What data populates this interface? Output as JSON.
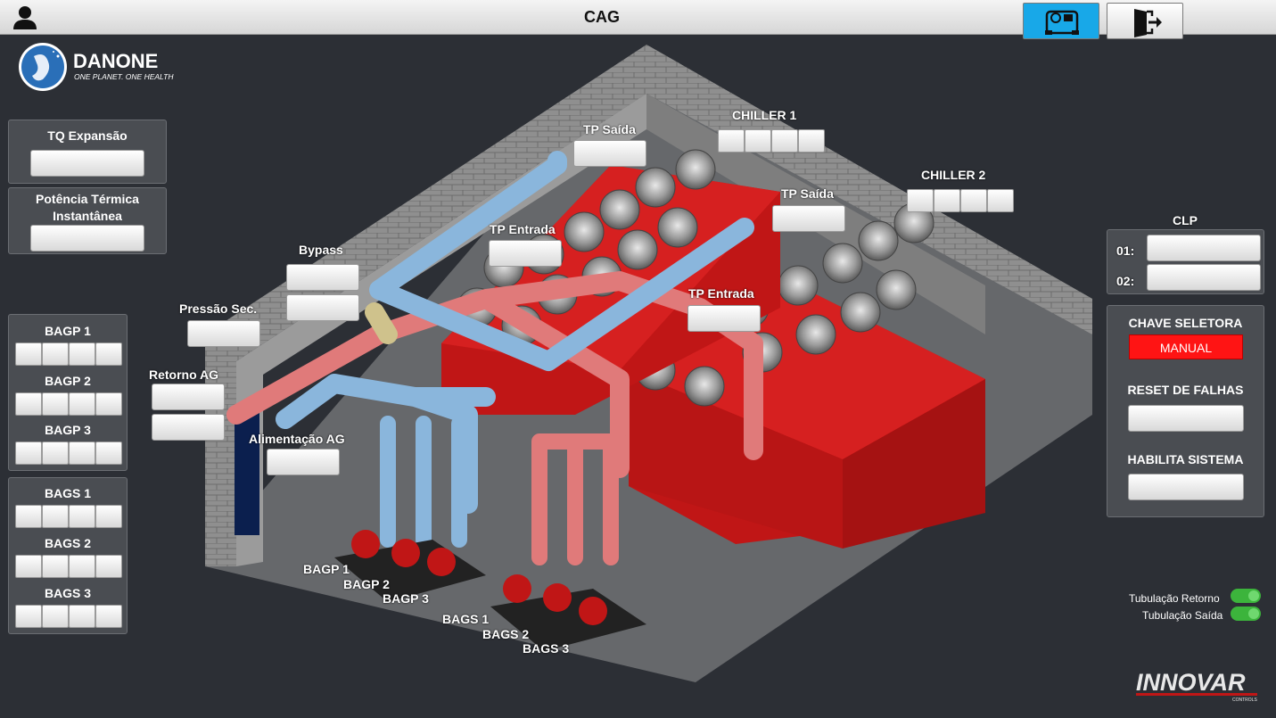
{
  "header": {
    "title": "CAG"
  },
  "logo": {
    "brand": "DANONE",
    "tagline": "ONE PLANET. ONE HEALTH"
  },
  "left_panel": {
    "tq_expansao": "TQ Expansão",
    "potencia_line1": "Potência Térmica",
    "potencia_line2": "Instantânea"
  },
  "pumps_bagp": [
    "BAGP 1",
    "BAGP 2",
    "BAGP 3"
  ],
  "pumps_bags": [
    "BAGS 1",
    "BAGS 2",
    "BAGS 3"
  ],
  "scene_labels": {
    "bypass": "Bypass",
    "pressao_sec": "Pressão Sec.",
    "retorno_ag": "Retorno AG",
    "alimentacao_ag": "Alimentação AG",
    "tp_saida_1": "TP Saída",
    "tp_entrada_1": "TP Entrada",
    "tp_saida_2": "TP Saída",
    "tp_entrada_2": "TP Entrada",
    "chiller1": "CHILLER 1",
    "chiller2": "CHILLER 2",
    "bagp1": "BAGP 1",
    "bagp2": "BAGP 2",
    "bagp3": "BAGP 3",
    "bags1": "BAGS 1",
    "bags2": "BAGS 2",
    "bags3": "BAGS 3"
  },
  "right_panel": {
    "clp": "CLP",
    "clp_01": "01:",
    "clp_02": "02:",
    "chave_seletora": "CHAVE SELETORA",
    "chave_value": "MANUAL",
    "reset": "RESET DE FALHAS",
    "habilita": "HABILITA SISTEMA"
  },
  "legend": {
    "retorno": "Tubulação Retorno",
    "saida": "Tubulação Saída"
  },
  "footer": {
    "brand": "INNOVAR",
    "sub": "CONTROLS"
  },
  "colors": {
    "accent": "#18a8e8",
    "manual": "#ff1414",
    "chiller": "#d11a1a",
    "pipe_return": "#e07a7a",
    "pipe_supply": "#8ab6dc",
    "toggle": "#3cb43c"
  }
}
